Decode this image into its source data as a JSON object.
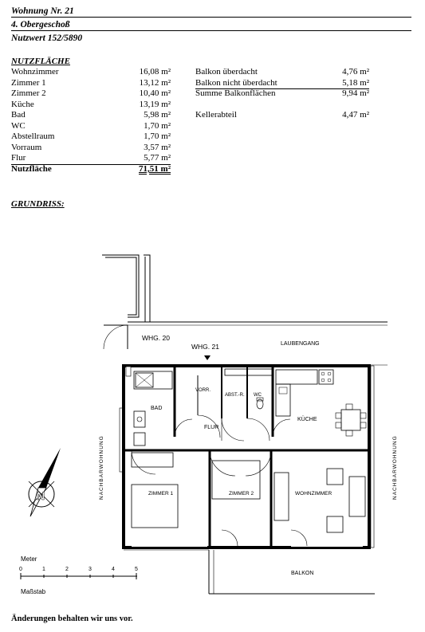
{
  "header": {
    "unit": "Wohnung Nr. 21",
    "floor": "4. Obergeschoß",
    "value": "Nutzwert 152/5890"
  },
  "nutzflaeche": {
    "heading": "NUTZFLÄCHE",
    "rooms": [
      {
        "label": "Wohnzimmer",
        "value": "16,08 m²"
      },
      {
        "label": "Zimmer 1",
        "value": "13,12 m²"
      },
      {
        "label": "Zimmer 2",
        "value": "10,40 m²"
      },
      {
        "label": "Küche",
        "value": "13,19 m²"
      },
      {
        "label": "Bad",
        "value": "5,98 m²"
      },
      {
        "label": "WC",
        "value": "1,70 m²"
      },
      {
        "label": "Abstellraum",
        "value": "1,70 m²"
      },
      {
        "label": "Vorraum",
        "value": "3,57 m²"
      },
      {
        "label": "Flur",
        "value": "5,77 m²"
      }
    ],
    "total": {
      "label": "Nutzfläche",
      "value": "71,51 m²"
    }
  },
  "balkon": {
    "items": [
      {
        "label": "Balkon überdacht",
        "value": "4,76 m²"
      },
      {
        "label": "Balkon nicht überdacht",
        "value": "5,18 m²"
      },
      {
        "label": "Summe Balkonflächen",
        "value": "9,94 m²"
      }
    ],
    "keller": {
      "label": "Kellerabteil",
      "value": "4,47 m²"
    }
  },
  "grundriss": {
    "heading": "GRUNDRISS:",
    "labels": {
      "whg20": "WHG. 20",
      "whg21": "WHG. 21",
      "laubengang": "LAUBENGANG",
      "bad": "BAD",
      "vorr": "VORR.",
      "abstr": "ABST.-R.",
      "wc": "WC",
      "kueche": "KÜCHE",
      "flur": "FLUR",
      "zimmer1": "ZIMMER 1",
      "zimmer2": "ZIMMER 2",
      "wohnzimmer": "WOHNZIMMER",
      "balkon": "BALKON",
      "nachbar_left": "NACHBARWOHNUNG",
      "nachbar_right": "NACHBARWOHNUNG"
    },
    "scale": {
      "title": "Meter",
      "ticks": [
        "0",
        "1",
        "2",
        "3",
        "4",
        "5"
      ],
      "caption": "Maßstab"
    }
  },
  "footer": "Änderungen behalten wir uns vor."
}
